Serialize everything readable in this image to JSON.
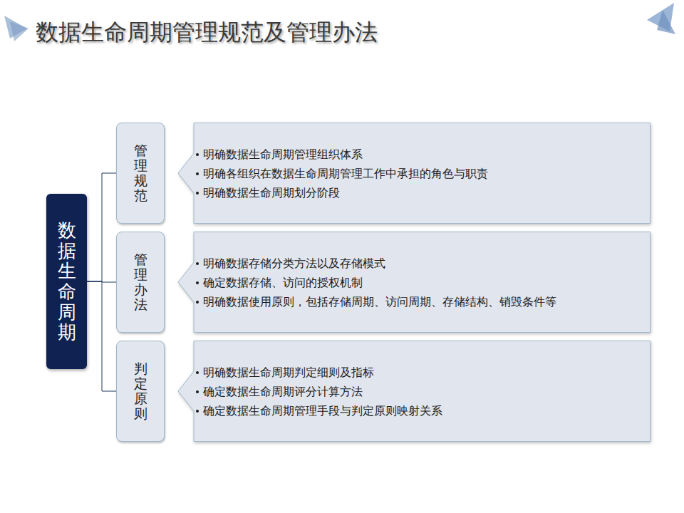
{
  "diagram": {
    "title": "数据生命周期管理规范及管理办法",
    "nodes": [
      {
        "text": [
          "数据生命周期"
        ]
      },
      {
        "text": [
          "管理规范"
        ]
      },
      {
        "text": [
          "管理办法"
        ]
      },
      {
        "text": [
          "判定原则"
        ]
      },
      {
        "text": [
          "明确数据生命周期管理组织体系",
          "明确各组织在数据生命周期管理工作中承担的角色与职责",
          "明确数据生命周期划分阶段"
        ]
      },
      {
        "text": [
          "明确数据存储分类方法以及存储模式",
          "确定数据存储、访问的授权机制",
          "明确数据使用原则，包括存储周期、访问周期、存储结构、销毁条件等"
        ]
      },
      {
        "text": [
          "明确数据生命周期判定细则及指标",
          "确定数据生命周期评分计算方法",
          "确定数据生命周期管理手段与判定原则映射关系"
        ]
      }
    ],
    "edges": [
      {
        "from": 0,
        "to": 1,
        "arrow": "none"
      },
      {
        "from": 0,
        "to": 2,
        "arrow": "none"
      },
      {
        "from": 0,
        "to": 3,
        "arrow": "none"
      }
    ]
  }
}
